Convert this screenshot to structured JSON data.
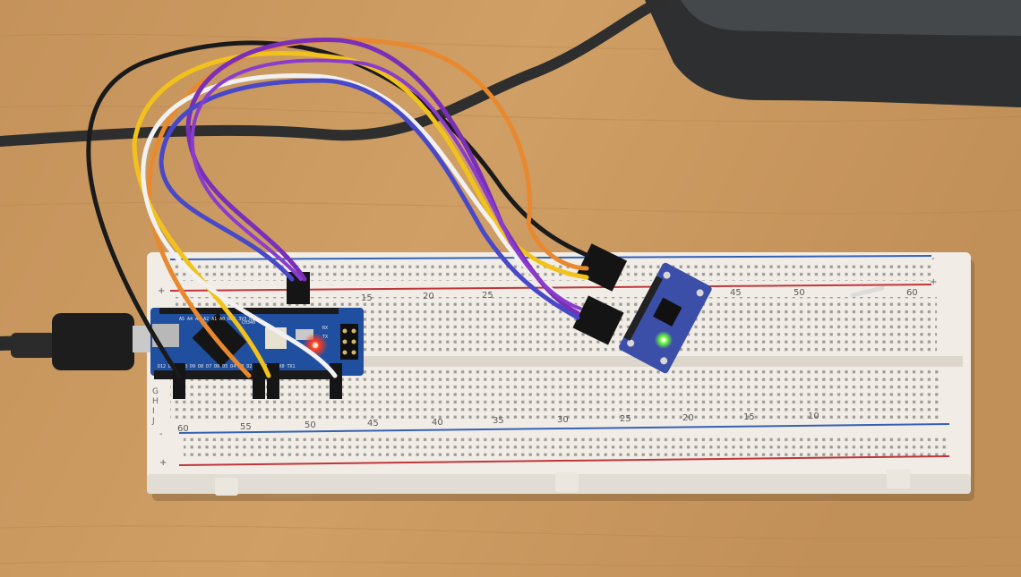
{
  "breadboard": {
    "top_numbers": [
      "15",
      "20",
      "25",
      "45",
      "50",
      "60"
    ],
    "bottom_numbers": [
      "60",
      "55",
      "50",
      "45",
      "40",
      "35",
      "30",
      "25",
      "20",
      "15",
      "10"
    ],
    "row_letters_left": [
      "G",
      "H",
      "I",
      "J"
    ],
    "rail_plus": "+",
    "rail_minus": "-"
  },
  "arduino": {
    "silk_top": "A5 A4 A3 A2 A1 A0 REF 3V3 D13",
    "silk_bottom": "D12 D11 D10 D9 D8 D7 D6 D5 D4 D3 D2 GND RST RX0 TX1",
    "led_rx": "RX",
    "led_tx": "TX",
    "chip_label": "CH340"
  },
  "colors": {
    "table": "#c9995f",
    "breadboard": "#f1ede6",
    "arduino_pcb": "#1f4f9e",
    "sensor_pcb": "#3c4fa8",
    "rail_red": "#c0353a",
    "rail_blue": "#3561b5",
    "wire_black": "#1a1a1a",
    "wire_orange": "#e8892f",
    "wire_yellow": "#f2c21c",
    "wire_white": "#f1f1f1",
    "wire_purple": "#7a2fb8",
    "wire_blue": "#4848c8",
    "led_red": "#ff3b1f",
    "led_green": "#6cff3a"
  }
}
